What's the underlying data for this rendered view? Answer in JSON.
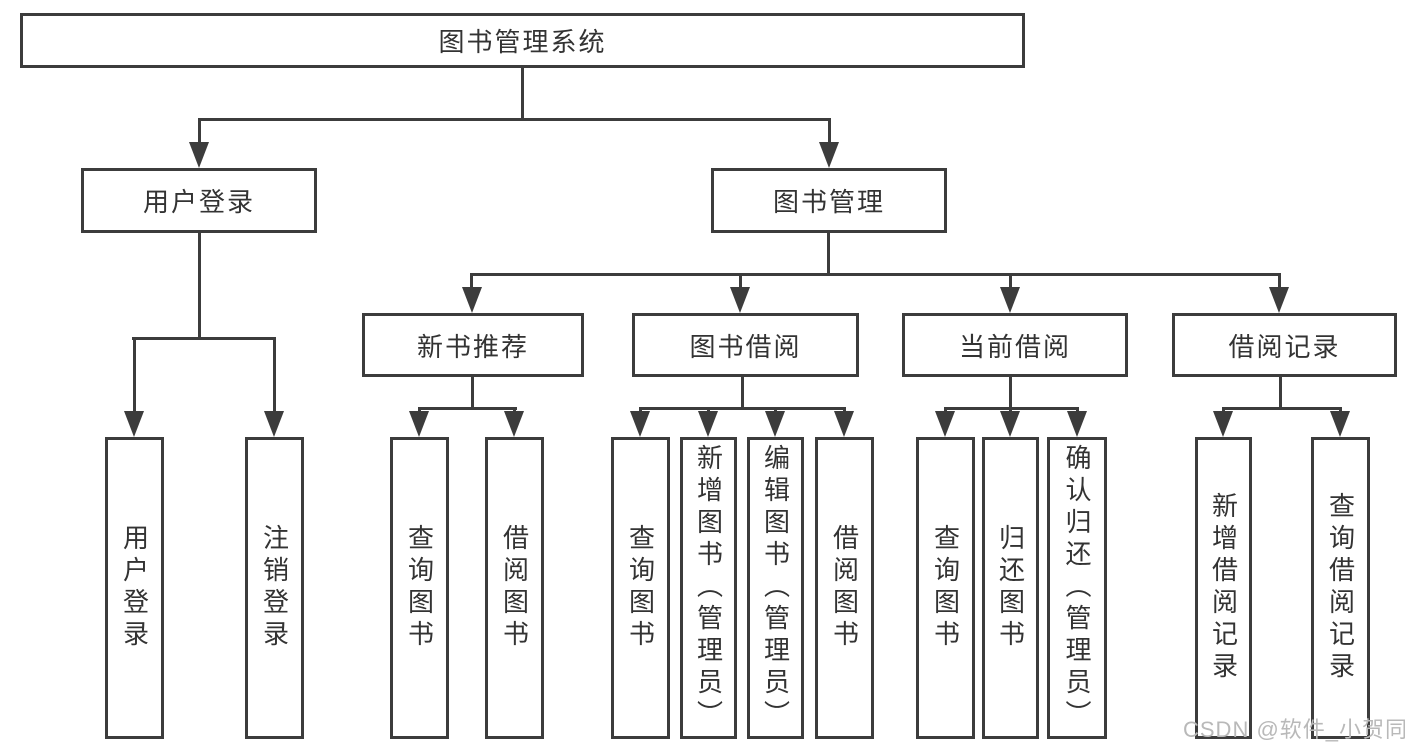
{
  "diagram": {
    "type": "hierarchy-tree",
    "colors": {
      "line": "#3c3c3c",
      "node_border": "#3c3c3c",
      "node_fill": "#ffffff",
      "text": "#333333",
      "watermark": "#b9b9b9",
      "background": "#ffffff"
    },
    "tree": {
      "label": "图书管理系统",
      "children": [
        {
          "label": "用户登录",
          "children": [
            {
              "label": "用户登录"
            },
            {
              "label": "注销登录"
            }
          ]
        },
        {
          "label": "图书管理",
          "children": [
            {
              "label": "新书推荐",
              "children": [
                {
                  "label": "查询图书"
                },
                {
                  "label": "借阅图书"
                }
              ]
            },
            {
              "label": "图书借阅",
              "children": [
                {
                  "label": "查询图书"
                },
                {
                  "label": "新增图书（管理员）"
                },
                {
                  "label": "编辑图书（管理员）"
                },
                {
                  "label": "借阅图书"
                }
              ]
            },
            {
              "label": "当前借阅",
              "children": [
                {
                  "label": "查询图书"
                },
                {
                  "label": "归还图书"
                },
                {
                  "label": "确认归还（管理员）"
                }
              ]
            },
            {
              "label": "借阅记录",
              "children": [
                {
                  "label": "新增借阅记录"
                },
                {
                  "label": "查询借阅记录"
                }
              ]
            }
          ]
        }
      ]
    },
    "watermark": {
      "text": "CSDN @软件_小贺同学"
    }
  }
}
